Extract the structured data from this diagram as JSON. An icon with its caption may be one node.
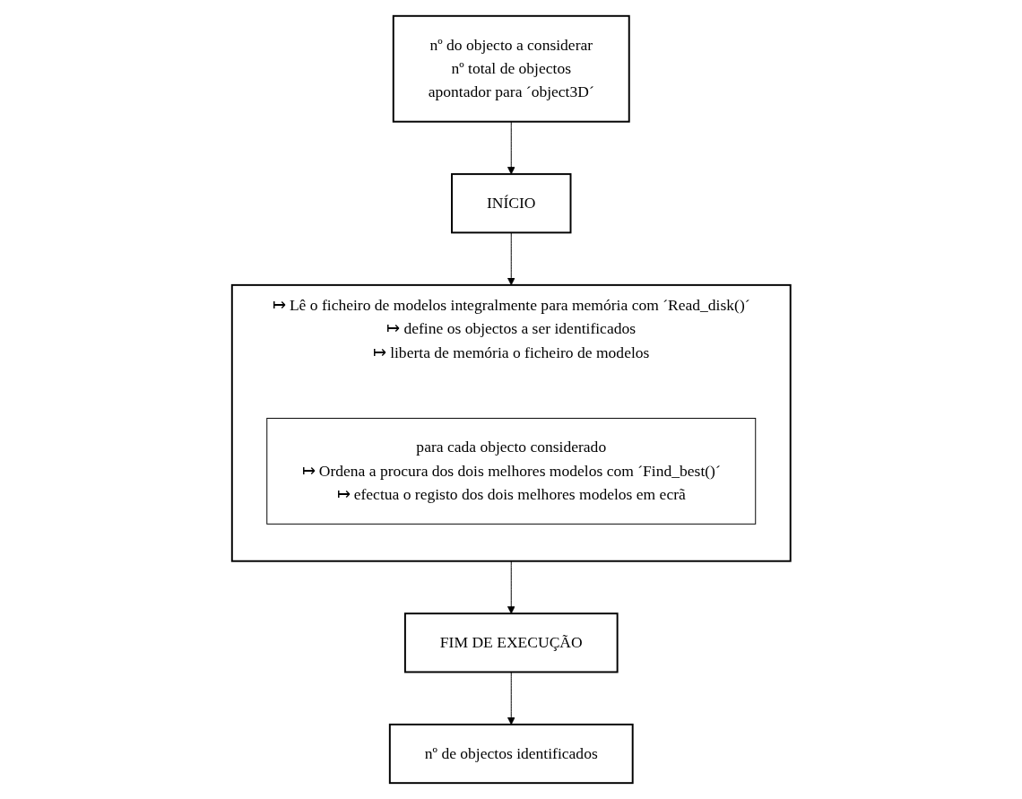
{
  "diagram": {
    "nodes": [
      {
        "text": [
          "nº do objecto a considerar",
          "nº total de objectos",
          "apontador para ´object3D´"
        ]
      },
      {
        "text": [
          "INÍCIO"
        ]
      },
      {
        "text": [
          "↦ Lê o ficheiro de modelos integralmente para memória com ´Read_disk()´",
          "↦ define os objectos a ser identificados",
          "↦ liberta de memória o ficheiro de modelos"
        ]
      },
      {
        "text": [
          "para cada objecto considerado",
          "↦ Ordena a procura dos dois melhores modelos com ´Find_best()´",
          "↦ efectua o registo dos dois melhores modelos em ecrã"
        ],
        "in": 2
      },
      {
        "text": [
          "FIM DE EXECUÇÃO"
        ]
      },
      {
        "text": [
          "nº de objectos identificados"
        ]
      }
    ],
    "edges": [
      {
        "from": 0,
        "to": 1,
        "arrow": "to"
      },
      {
        "from": 1,
        "to": 2,
        "arrow": "to"
      },
      {
        "from": 2,
        "to": 4,
        "arrow": "to"
      },
      {
        "from": 4,
        "to": 5,
        "arrow": "to"
      }
    ]
  }
}
